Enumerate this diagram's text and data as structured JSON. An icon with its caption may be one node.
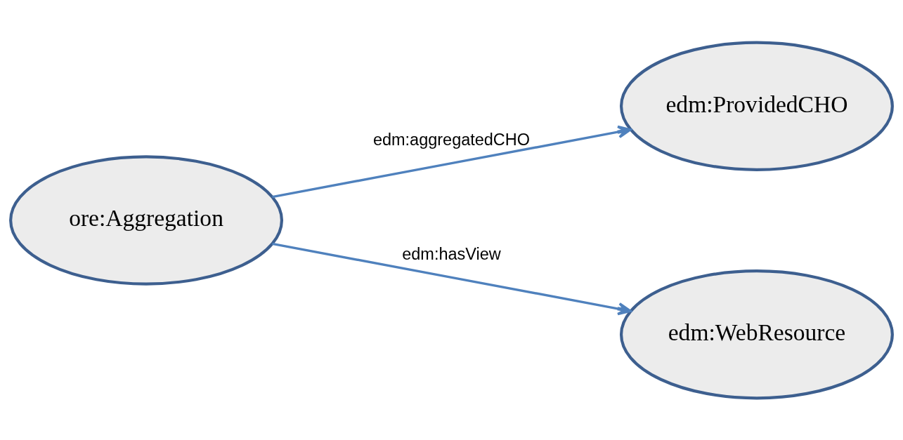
{
  "diagram": {
    "nodes": [
      {
        "text": [
          "ore:Aggregation"
        ]
      },
      {
        "text": [
          "edm:ProvidedCHO"
        ]
      },
      {
        "text": [
          "edm:WebResource"
        ]
      }
    ],
    "edges": [
      {
        "from": 0,
        "to": 1,
        "arrow": "to",
        "label": "edm:aggregatedCHO"
      },
      {
        "from": 0,
        "to": 2,
        "arrow": "to",
        "label": "edm:hasView"
      }
    ]
  }
}
